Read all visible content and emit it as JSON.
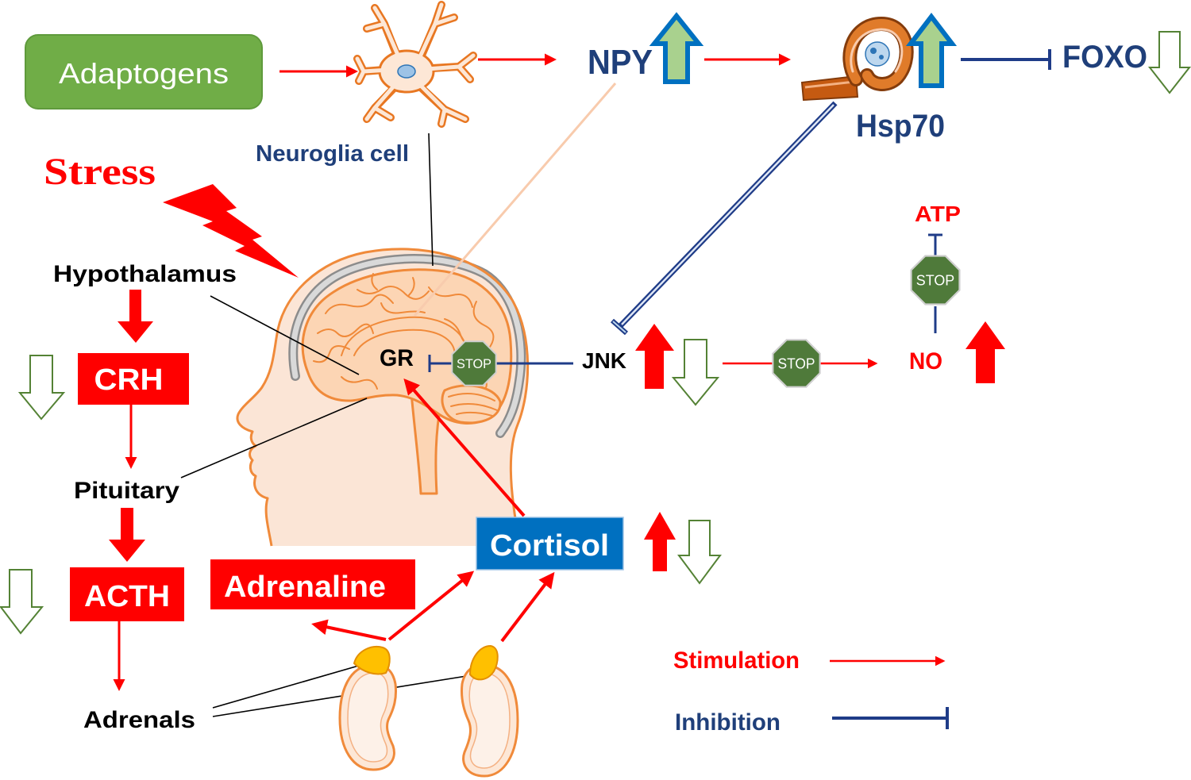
{
  "diagram": {
    "adaptogens": "Adaptogens",
    "neuroglia_cell": "Neuroglia cell",
    "npy": "NPY",
    "hsp70": "Hsp70",
    "foxo": "FOXO",
    "stress": "Stress",
    "hypothalamus": "Hypothalamus",
    "crh": "CRH",
    "pituitary": "Pituitary",
    "acth": "ACTH",
    "adrenals": "Adrenals",
    "adrenaline": "Adrenaline",
    "cortisol": "Cortisol",
    "gr": "GR",
    "jnk": "JNK",
    "no": "NO",
    "atp": "ATP",
    "stop_label": "STOP"
  },
  "legend": {
    "stimulation": "Stimulation",
    "inhibition": "Inhibition"
  },
  "icons": [
    "neuron-icon",
    "hsp70-protein-icon",
    "head-brain-icon",
    "kidney-icon",
    "adrenal-gland-icon",
    "lightning-bolt-icon",
    "stop-sign-icon",
    "up-arrow-icon",
    "down-arrow-icon"
  ],
  "colors": {
    "stimulation": "#ff0000",
    "inhibition": "#1f3c88",
    "adaptogens_box": "#70ad47",
    "cortisol_box": "#0070c0",
    "stop_sign": "#4f7a3a",
    "increase_arrow": "#ff0000",
    "decrease_arrow_outline": "#548235",
    "label_navy": "#1f3f7a",
    "tissue_outline": "#f08a3a"
  }
}
